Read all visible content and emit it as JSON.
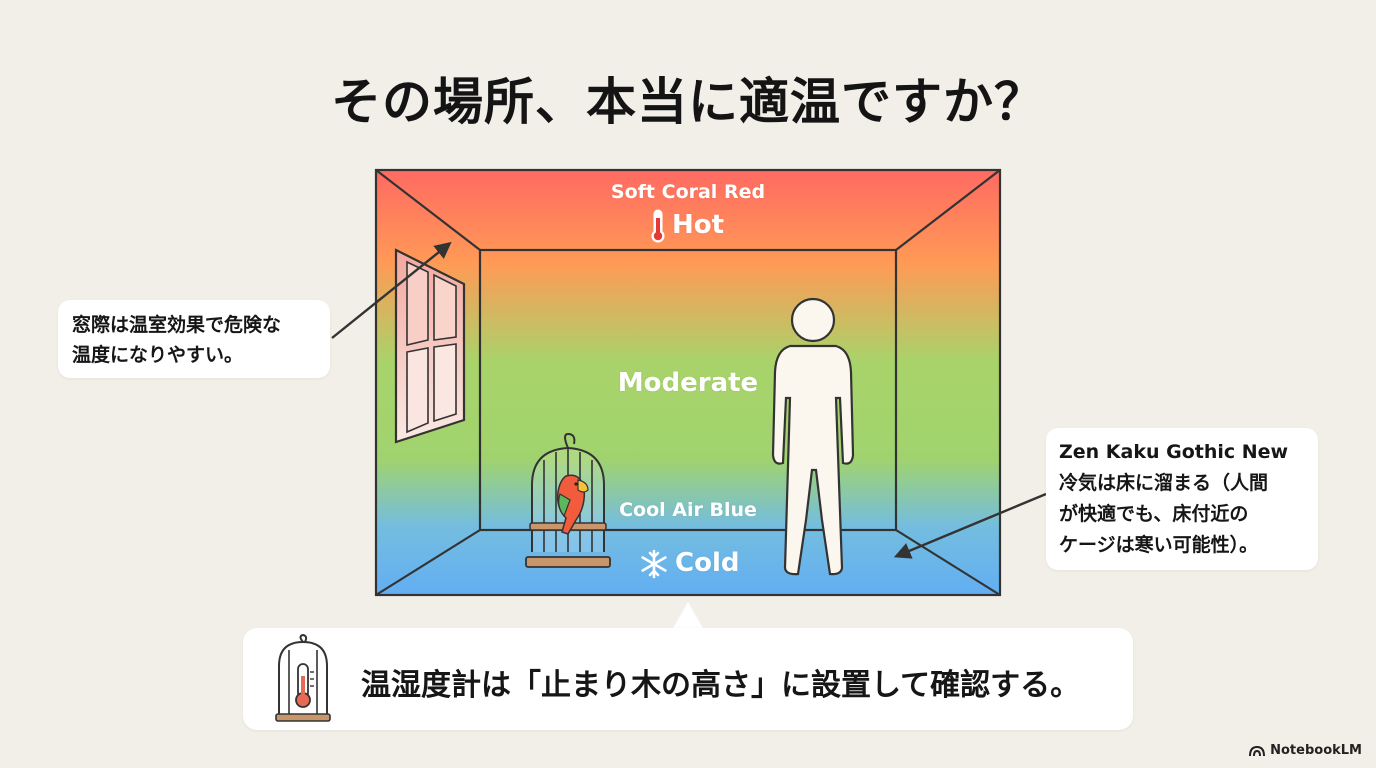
{
  "title": "その場所、本当に適温ですか？",
  "room": {
    "top_label": "Soft Coral Red",
    "hot_label": "Hot",
    "moderate_label": "Moderate",
    "cool_label": "Cool Air Blue",
    "cold_label": "Cold",
    "colors": {
      "hot": "#ff6f61",
      "warm": "#ff9b55",
      "moderate": "#a3d36c",
      "cool": "#66b6f0",
      "line": "#333333"
    }
  },
  "callouts": {
    "window": {
      "line1": "窓際は温室効果で危険な",
      "line2": "温度になりやすい。"
    },
    "floor": {
      "header": "Zen Kaku Gothic New",
      "line1": "冷気は床に溜まる（人間",
      "line2": "が快適でも、床付近の",
      "line3": "ケージは寒い可能性）。"
    }
  },
  "bottom_tip": "温湿度計は「止まり木の高さ」に設置して確認する。",
  "footer": "NotebookLM",
  "icons": {
    "hot": "thermometer-icon",
    "cold": "snowflake-icon",
    "tip": "cage-thermometer-icon",
    "footer": "notebooklm-logo-icon"
  }
}
